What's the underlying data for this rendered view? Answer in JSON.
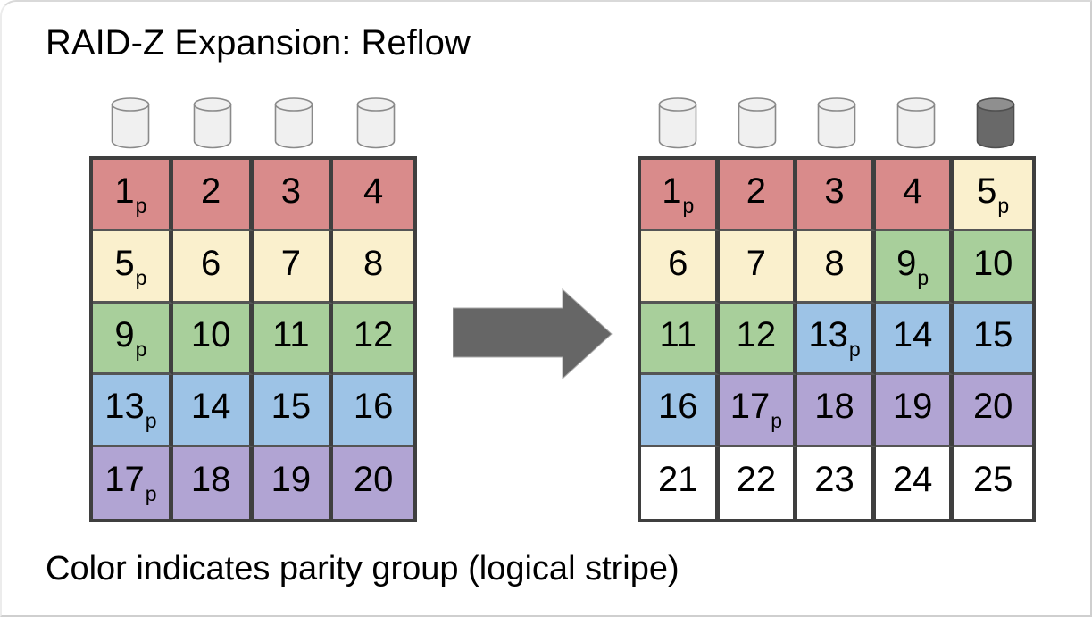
{
  "title": "RAID-Z Expansion: Reflow",
  "caption": "Color indicates parity group (logical stripe)",
  "parity_subscript": "p",
  "colors": {
    "red": "#d98b8b",
    "yellow": "#faf0cd",
    "green": "#a8cf9b",
    "blue": "#9dc3e6",
    "purple": "#b1a4d3",
    "white": "#ffffff",
    "grid_border": "#3f3f3f",
    "row_divider": "#555555",
    "arrow": "#666666",
    "arrow_outline": "#a9a9a9",
    "disk_fill": "#f0f0f0",
    "disk_top": "#f0f0f0",
    "disk_stroke": "#8a8a8a",
    "new_disk_fill": "#696969",
    "new_disk_top": "#8f8f8f",
    "new_disk_stroke": "#4f4f4f",
    "text": "#000000"
  },
  "arrays": {
    "before": {
      "disk_count": 4,
      "disks": [
        "existing",
        "existing",
        "existing",
        "existing"
      ],
      "rows": [
        [
          {
            "n": "1",
            "p": true,
            "g": "red"
          },
          {
            "n": "2",
            "g": "red"
          },
          {
            "n": "3",
            "g": "red"
          },
          {
            "n": "4",
            "g": "red"
          }
        ],
        [
          {
            "n": "5",
            "p": true,
            "g": "yellow"
          },
          {
            "n": "6",
            "g": "yellow"
          },
          {
            "n": "7",
            "g": "yellow"
          },
          {
            "n": "8",
            "g": "yellow"
          }
        ],
        [
          {
            "n": "9",
            "p": true,
            "g": "green"
          },
          {
            "n": "10",
            "g": "green"
          },
          {
            "n": "11",
            "g": "green"
          },
          {
            "n": "12",
            "g": "green"
          }
        ],
        [
          {
            "n": "13",
            "p": true,
            "g": "blue"
          },
          {
            "n": "14",
            "g": "blue"
          },
          {
            "n": "15",
            "g": "blue"
          },
          {
            "n": "16",
            "g": "blue"
          }
        ],
        [
          {
            "n": "17",
            "p": true,
            "g": "purple"
          },
          {
            "n": "18",
            "g": "purple"
          },
          {
            "n": "19",
            "g": "purple"
          },
          {
            "n": "20",
            "g": "purple"
          }
        ]
      ]
    },
    "after": {
      "disk_count": 5,
      "disks": [
        "existing",
        "existing",
        "existing",
        "existing",
        "new"
      ],
      "rows": [
        [
          {
            "n": "1",
            "p": true,
            "g": "red"
          },
          {
            "n": "2",
            "g": "red"
          },
          {
            "n": "3",
            "g": "red"
          },
          {
            "n": "4",
            "g": "red"
          },
          {
            "n": "5",
            "p": true,
            "g": "yellow"
          }
        ],
        [
          {
            "n": "6",
            "g": "yellow"
          },
          {
            "n": "7",
            "g": "yellow"
          },
          {
            "n": "8",
            "g": "yellow"
          },
          {
            "n": "9",
            "p": true,
            "g": "green"
          },
          {
            "n": "10",
            "g": "green"
          }
        ],
        [
          {
            "n": "11",
            "g": "green"
          },
          {
            "n": "12",
            "g": "green"
          },
          {
            "n": "13",
            "p": true,
            "g": "blue"
          },
          {
            "n": "14",
            "g": "blue"
          },
          {
            "n": "15",
            "g": "blue"
          }
        ],
        [
          {
            "n": "16",
            "g": "blue"
          },
          {
            "n": "17",
            "p": true,
            "g": "purple"
          },
          {
            "n": "18",
            "g": "purple"
          },
          {
            "n": "19",
            "g": "purple"
          },
          {
            "n": "20",
            "g": "purple"
          }
        ],
        [
          {
            "n": "21",
            "g": "white"
          },
          {
            "n": "22",
            "g": "white"
          },
          {
            "n": "23",
            "g": "white"
          },
          {
            "n": "24",
            "g": "white"
          },
          {
            "n": "25",
            "g": "white"
          }
        ]
      ]
    }
  }
}
